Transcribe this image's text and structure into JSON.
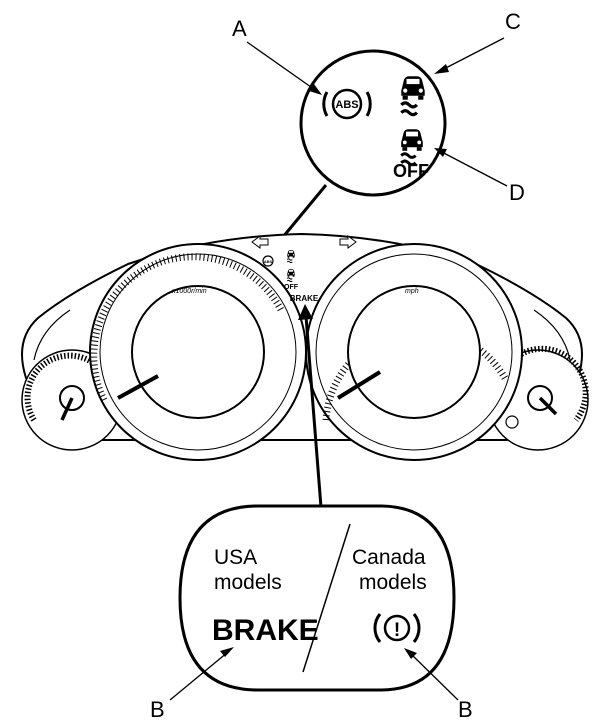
{
  "callouts": {
    "a": "A",
    "b_left": "B",
    "b_right": "B",
    "c": "C",
    "d": "D"
  },
  "zoom_top": {
    "abs_text": "ABS",
    "vsa_off_text": "OFF"
  },
  "cluster": {
    "tach_unit": "x1000r/min",
    "speed_unit": "mph",
    "brake_text": "BRAKE",
    "abs_text": "ABS",
    "vsa_off_text": "OFF"
  },
  "zoom_bottom": {
    "usa_line1": "USA",
    "usa_line2": "models",
    "canada_line1": "Canada",
    "canada_line2": "models",
    "brake_text": "BRAKE",
    "canada_symbol": "!"
  }
}
